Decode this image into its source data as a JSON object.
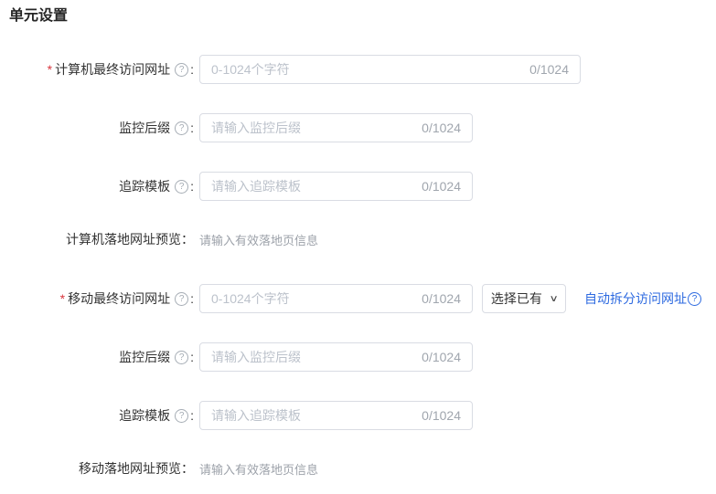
{
  "title": "单元设置",
  "required_marker": "*",
  "label_colon": ":",
  "icons": {
    "help": "?",
    "chevron_down": "∨"
  },
  "colors": {
    "link_blue": "#2d6ae0",
    "required_red": "#d9363e",
    "input_border": "#d9dce3"
  },
  "computer": {
    "final_url": {
      "label": "计算机最终访问网址",
      "required": true,
      "value": "",
      "placeholder": "0-1024个字符",
      "counter": "0/1024"
    },
    "monitor_suffix": {
      "label": "监控后缀",
      "value": "",
      "placeholder": "请输入监控后缀",
      "counter": "0/1024"
    },
    "tracking_template": {
      "label": "追踪模板",
      "value": "",
      "placeholder": "请输入追踪模板",
      "counter": "0/1024"
    },
    "landing_preview": {
      "label": "计算机落地网址预览：",
      "value": "请输入有效落地页信息"
    }
  },
  "mobile": {
    "final_url": {
      "label": "移动最终访问网址",
      "required": true,
      "value": "",
      "placeholder": "0-1024个字符",
      "counter": "0/1024",
      "select_existing": "选择已有",
      "auto_split_link": "自动拆分访问网址"
    },
    "monitor_suffix": {
      "label": "监控后缀",
      "value": "",
      "placeholder": "请输入监控后缀",
      "counter": "0/1024"
    },
    "tracking_template": {
      "label": "追踪模板",
      "value": "",
      "placeholder": "请输入追踪模板",
      "counter": "0/1024"
    },
    "landing_preview": {
      "label": "移动落地网址预览：",
      "value": "请输入有效落地页信息"
    }
  }
}
